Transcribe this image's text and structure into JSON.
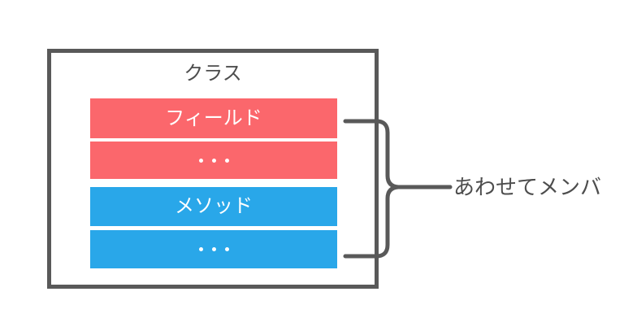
{
  "diagram": {
    "background": "#ffffff",
    "class_box": {
      "title": "クラス",
      "rows": [
        {
          "label": "フィールド",
          "type": "text",
          "color": "#fb676c"
        },
        {
          "label": "・・・",
          "type": "dots",
          "color": "#fb676c"
        },
        {
          "label": "メソッド",
          "type": "text",
          "color": "#29a7e9"
        },
        {
          "label": "・・・",
          "type": "dots",
          "color": "#29a7e9"
        }
      ]
    },
    "brace_label": "あわせてメンバ",
    "colors": {
      "field_red": "#fb676c",
      "method_blue": "#29a7e9",
      "line_gray": "#595959",
      "text_gray": "#4d4d4d",
      "row_text": "#ffffff"
    }
  }
}
